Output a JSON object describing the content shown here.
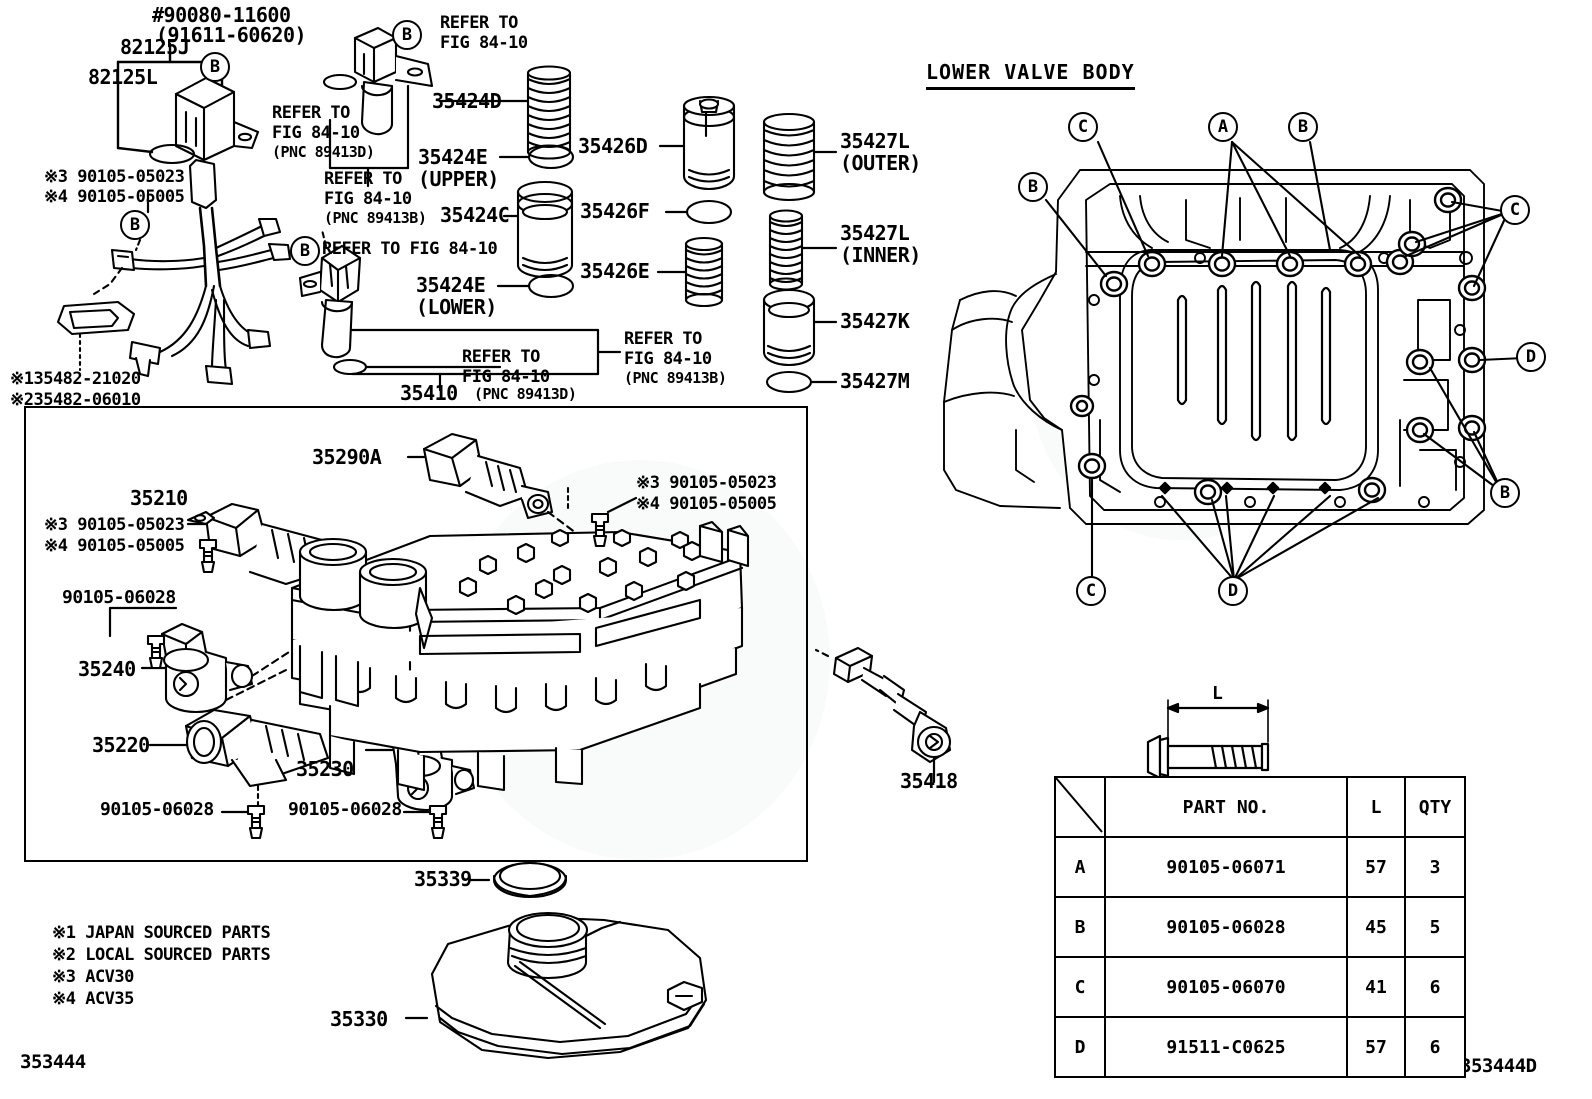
{
  "figure": {
    "code_bottom_left": "353444",
    "code_bottom_right": "353444D",
    "section_title": "LOWER VALVE BODY"
  },
  "harness": {
    "top_note_1": "#90080-11600",
    "top_note_2": "(91611-60620)",
    "label_82125J": "82125J",
    "label_82125L": "82125L",
    "bolt_acv30": "※3 90105-05023",
    "bolt_acv35": "※4 90105-05005",
    "clamp_1": "※135482-21020",
    "clamp_2": "※235482-06010",
    "callout_b": "B"
  },
  "sensors": {
    "refer_1_l1": "REFER TO",
    "refer_1_l2": "FIG 84-10",
    "refer_1_l3": "(PNC 89413D)",
    "refer_2_l1": "REFER TO",
    "refer_2_l2": "FIG 84-10",
    "refer_2_l3": "(PNC 89413B)",
    "refer_3": "REFER TO FIG 84-10",
    "refer_top_l1": "REFER TO",
    "refer_top_l2": "FIG 84-10",
    "refer_mid_l1": "REFER TO",
    "refer_mid_l2": "FIG 84-10",
    "refer_mid_l3": "(PNC 89413D)",
    "refer_right_l1": "REFER TO",
    "refer_right_l2": "FIG 84-10",
    "refer_right_l3": "(PNC 89413B)",
    "callout_b": "B"
  },
  "springs": {
    "p_35424D": "35424D",
    "p_35424E_upper_l1": "35424E",
    "p_35424E_upper_l2": "(UPPER)",
    "p_35424C": "35424C",
    "p_35424E_lower_l1": "35424E",
    "p_35424E_lower_l2": "(LOWER)",
    "p_35426D": "35426D",
    "p_35426F": "35426F",
    "p_35426E": "35426E",
    "p_35427L_outer_l1": "35427L",
    "p_35427L_outer_l2": "(OUTER)",
    "p_35427L_inner_l1": "35427L",
    "p_35427L_inner_l2": "(INNER)",
    "p_35427K": "35427K",
    "p_35427M": "35427M",
    "p_35410": "35410"
  },
  "valve_body": {
    "p_35290A": "35290A",
    "p_35210": "35210",
    "p_35240": "35240",
    "p_35220": "35220",
    "p_35230": "35230",
    "p_35418": "35418",
    "bolt_acv30_a": "※3 90105-05023",
    "bolt_acv35_a": "※4 90105-05005",
    "bolt_acv30_b": "※3 90105-05023",
    "bolt_acv35_b": "※4 90105-05005",
    "bolt_06028_a": "90105-06028",
    "bolt_06028_b": "90105-06028",
    "bolt_06028_c": "90105-06028"
  },
  "pan": {
    "p_35339": "35339",
    "p_35330": "35330"
  },
  "legend": {
    "l1": "※1 JAPAN SOURCED PARTS",
    "l2": "※2 LOCAL SOURCED PARTS",
    "l3": "※3 ACV30",
    "l4": "※4 ACV35"
  },
  "callouts": {
    "a": "A",
    "b": "B",
    "c": "C",
    "d": "D",
    "dim_l": "L"
  },
  "parts_table": {
    "headers": [
      "",
      "PART NO.",
      "L",
      "QTY"
    ],
    "rows": [
      {
        "key": "A",
        "part_no": "90105-06071",
        "l": "57",
        "qty": "3"
      },
      {
        "key": "B",
        "part_no": "90105-06028",
        "l": "45",
        "qty": "5"
      },
      {
        "key": "C",
        "part_no": "90105-06070",
        "l": "41",
        "qty": "6"
      },
      {
        "key": "D",
        "part_no": "91511-C0625",
        "l": "57",
        "qty": "6"
      }
    ]
  }
}
